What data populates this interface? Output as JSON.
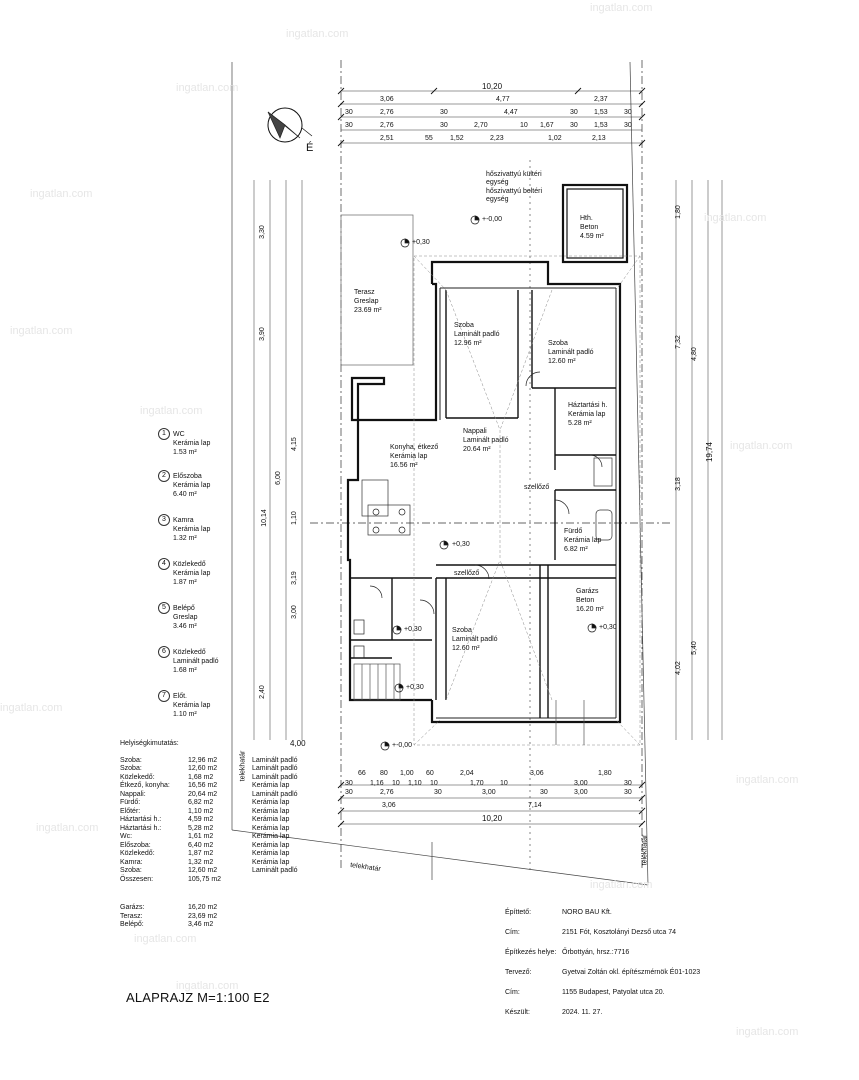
{
  "watermark": "ingatlan.com",
  "title": "ALAPRAJZ M=1:100 E2",
  "north_label": "É",
  "dims": {
    "total_width": "10,20",
    "total_height": "19,74"
  },
  "rooms": [
    {
      "name": "Szoba",
      "floor": "Laminált padló",
      "area": "12.96 m²"
    },
    {
      "name": "Szoba",
      "floor": "Laminált padló",
      "area": "12.60 m²"
    },
    {
      "name": "Háztartási h.",
      "floor": "Kerámia lap",
      "area": "5.28 m²"
    },
    {
      "name": "Nappali",
      "floor": "Laminált padló",
      "area": "20.64 m²"
    },
    {
      "name": "Konyha, étkező",
      "floor": "Kerámia lap",
      "area": "16.56 m²"
    },
    {
      "name": "Fürdő",
      "floor": "Kerámia lap",
      "area": "6.82 m²"
    },
    {
      "name": "Garázs",
      "floor": "Beton",
      "area": "16.20 m²"
    },
    {
      "name": "Szoba",
      "floor": "Laminált padló",
      "area": "12.60 m²"
    },
    {
      "name": "Hth.",
      "floor": "Beton",
      "area": "4.59 m²"
    },
    {
      "name": "Terasz",
      "floor": "Greslap",
      "area": "23.69 m²"
    }
  ],
  "labels": {
    "heat_pump_outdoor": "hőszivattyú kültéri egység",
    "heat_pump_indoor": "hőszivattyú beltéri egység",
    "level_terrace": "+0,30",
    "level_zero": "+-0,00",
    "level_house": "+0,30",
    "telekhatar": "telekhatár",
    "szellozo": "szellőző"
  },
  "legend": [
    {
      "num": "1",
      "name": "WC",
      "floor": "Kerámia lap",
      "area": "1.53 m²"
    },
    {
      "num": "2",
      "name": "Előszoba",
      "floor": "Kerámia lap",
      "area": "6.40 m²"
    },
    {
      "num": "3",
      "name": "Kamra",
      "floor": "Kerámia lap",
      "area": "1.32 m²"
    },
    {
      "num": "4",
      "name": "Közlekedő",
      "floor": "Kerámia lap",
      "area": "1.87 m²"
    },
    {
      "num": "5",
      "name": "Belépő",
      "floor": "Greslap",
      "area": "3.46 m²"
    },
    {
      "num": "6",
      "name": "Közlekedő",
      "floor": "Laminált padló",
      "area": "1.68 m²"
    },
    {
      "num": "7",
      "name": "Előt.",
      "floor": "Kerámia lap",
      "area": "1.10 m²"
    }
  ],
  "summary": {
    "heading": "Helyiségkimutatás:",
    "rows": [
      {
        "name": "Szoba:",
        "area": "12,96 m2",
        "floor": "Laminált padló"
      },
      {
        "name": "Szoba:",
        "area": "12,60 m2",
        "floor": "Laminált padló"
      },
      {
        "name": "Közlekedő:",
        "area": "1,68 m2",
        "floor": "Laminált padló"
      },
      {
        "name": "Étkező, konyha:",
        "area": "16,56 m2",
        "floor": "Kerámia lap"
      },
      {
        "name": "Nappali:",
        "area": "20,64 m2",
        "floor": "Laminált padló"
      },
      {
        "name": "Fürdő:",
        "area": "6,82 m2",
        "floor": "Kerámia lap"
      },
      {
        "name": "Előtér:",
        "area": "1,10 m2",
        "floor": "Kerámia lap"
      },
      {
        "name": "Háztartási h.:",
        "area": "4,59 m2",
        "floor": "Kerámia lap"
      },
      {
        "name": "Háztartási h.:",
        "area": "5,28 m2",
        "floor": "Kerámia lap"
      },
      {
        "name": "Wc:",
        "area": "1,61 m2",
        "floor": "Kerámia lap"
      },
      {
        "name": "Előszoba:",
        "area": "6,40 m2",
        "floor": "Kerámia lap"
      },
      {
        "name": "Közlekedő:",
        "area": "1,87 m2",
        "floor": "Kerámia lap"
      },
      {
        "name": "Kamra:",
        "area": "1,32 m2",
        "floor": "Kerámia lap"
      },
      {
        "name": "Szoba:",
        "area": "12,60 m2",
        "floor": "Laminált padló"
      },
      {
        "name": "Összesen:",
        "area": "105,75 m2",
        "floor": ""
      }
    ],
    "extra": [
      {
        "name": "Garázs:",
        "area": "16,20 m2"
      },
      {
        "name": "Terasz:",
        "area": "23,69 m2"
      },
      {
        "name": "Belépő:",
        "area": "3,46 m2"
      }
    ]
  },
  "info": [
    {
      "label": "Építtető:",
      "value": "NORO BAU Kft."
    },
    {
      "label": "Cím:",
      "value": "2151 Fót, Kosztolányi Dezső utca 74"
    },
    {
      "label": "Építkezés helye:",
      "value": "Őrbottyán, hrsz.:7716"
    },
    {
      "label": "Tervező:",
      "value": "Gyetvai Zoltán okl. építészmérnök É01-1023"
    },
    {
      "label": "Cím:",
      "value": "1155 Budapest, Patyolat utca 20."
    },
    {
      "label": "Készült:",
      "value": "2024. 11. 27."
    }
  ],
  "dim_top": {
    "row1": [
      "3,06",
      "4,77",
      "2,37"
    ],
    "row2": [
      "30",
      "2,76",
      "30",
      "4,47",
      "30",
      "1,53",
      "30"
    ],
    "row3": [
      "30",
      "2,76",
      "30",
      "2,70",
      "10",
      "1,67",
      "30",
      "1,53",
      "30"
    ],
    "row4": [
      "2,51",
      "55",
      "1,52",
      "2,23",
      "1,02",
      "2,13"
    ]
  },
  "dim_bottom": {
    "row1": [
      "66",
      "80",
      "1,00",
      "60",
      "2,04",
      "3,06",
      "1,80"
    ],
    "row2": [
      "30",
      "1,16",
      "10",
      "1,10",
      "10",
      "1,70",
      "10",
      "3,00",
      "30"
    ],
    "row3": [
      "3,06",
      "7,14"
    ],
    "total": "10,20",
    "row0": [
      "30",
      "2,76",
      "30",
      "3,00",
      "30",
      "3,00",
      "30"
    ]
  },
  "dim_left": [
    "3,30",
    "3,90",
    "10,14",
    "6,00",
    "4,15",
    "1,10",
    "3,19",
    "3,00",
    "2,40",
    "4,00"
  ],
  "dim_right": [
    "1,80",
    "7,32",
    "4,80",
    "3,18",
    "4,02",
    "5,40"
  ]
}
